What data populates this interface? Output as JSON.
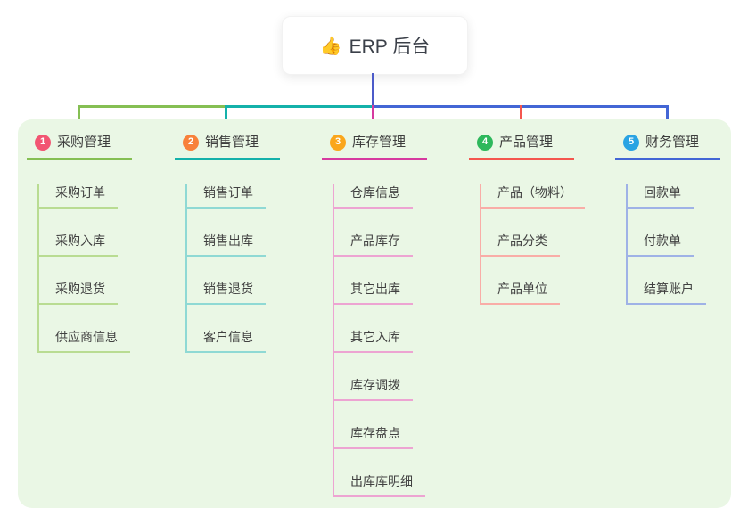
{
  "root": {
    "icon": "👍",
    "title": "ERP 后台"
  },
  "connectors": {
    "root_drop_color": "#4c5bc9",
    "bus_left_color": "#85bf53",
    "bus_mid_color": "#14b1aa",
    "bus_right_color": "#4366d5"
  },
  "panel_color": "#eaf7e5",
  "branches": [
    {
      "badge": "1",
      "label": "采购管理",
      "badge_color": "#f25572",
      "color": "#85bf53",
      "light_color": "#b9dc92",
      "children": [
        "采购订单",
        "采购入库",
        "采购退货",
        "供应商信息"
      ]
    },
    {
      "badge": "2",
      "label": "销售管理",
      "badge_color": "#f8813a",
      "color": "#14b1aa",
      "light_color": "#8fd9d4",
      "children": [
        "销售订单",
        "销售出库",
        "销售退货",
        "客户信息"
      ]
    },
    {
      "badge": "3",
      "label": "库存管理",
      "badge_color": "#faa61b",
      "color": "#d63a9f",
      "light_color": "#eda4d2",
      "children": [
        "仓库信息",
        "产品库存",
        "其它出库",
        "其它入库",
        "库存调拨",
        "库存盘点",
        "出库库明细"
      ]
    },
    {
      "badge": "4",
      "label": "产品管理",
      "badge_color": "#2eb85c",
      "color": "#f4564e",
      "light_color": "#f9ada7",
      "children": [
        "产品（物料）",
        "产品分类",
        "产品单位"
      ]
    },
    {
      "badge": "5",
      "label": "财务管理",
      "badge_color": "#29a3e3",
      "color": "#4366d5",
      "light_color": "#9fb2e6",
      "children": [
        "回款单",
        "付款单",
        "结算账户"
      ]
    }
  ]
}
